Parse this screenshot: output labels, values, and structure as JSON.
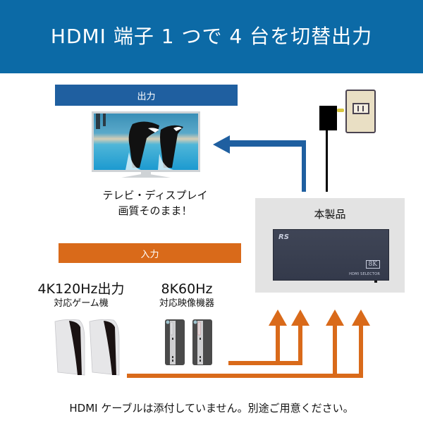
{
  "header": {
    "title": "HDMI 端子 1 つで 4 台を切替出力",
    "background": "#0c6aa6"
  },
  "output_section": {
    "label": "出力",
    "bar_color": "#1f5fa0",
    "display_caption_line1": "テレビ・ディスプレイ",
    "display_caption_line2": "画質そのまま！",
    "arrow_color": "#1f5fa0"
  },
  "product": {
    "label": "本製品",
    "panel_color": "#e3e3e3",
    "device_logo": "RS",
    "device_badge": "8K",
    "device_name": "HDMI SELECTOR"
  },
  "input_section": {
    "label": "入力",
    "bar_color": "#d96a1a",
    "arrow_color": "#d96a1a",
    "groups": [
      {
        "title": "4K120Hz出力",
        "subtitle": "対応ゲーム機",
        "device_icon": "game-console-icon",
        "count": 2
      },
      {
        "title": "8K60Hz",
        "subtitle": "対応映像機器",
        "device_icon": "desktop-pc-icon",
        "count": 2
      }
    ]
  },
  "power": {
    "icon": "wall-outlet-icon",
    "adapter_icon": "ac-adapter-icon"
  },
  "footer": {
    "note": "HDMI ケーブルは添付していません。別途ご用意ください。"
  }
}
